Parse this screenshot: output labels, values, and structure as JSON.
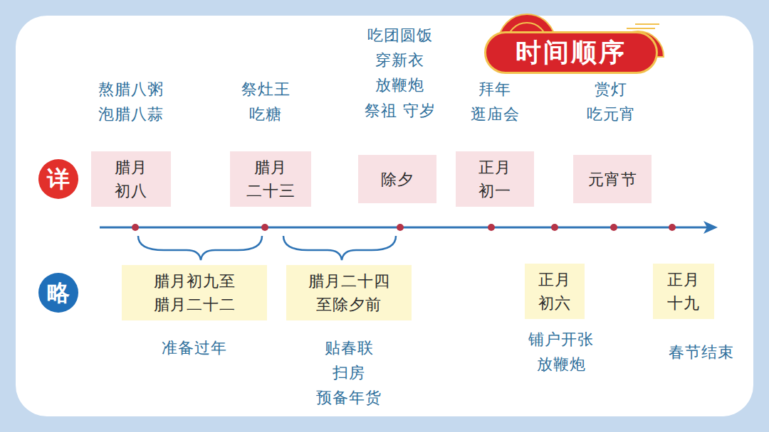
{
  "diagram": {
    "title": "时间顺序",
    "nodes": [
      {
        "text": [
          "详"
        ]
      },
      {
        "text": [
          "腊月 初八"
        ]
      },
      {
        "text": [
          "腊月 二十三"
        ]
      },
      {
        "text": [
          "除夕"
        ]
      },
      {
        "text": [
          "正月 初一"
        ]
      },
      {
        "text": [
          "元宵节"
        ]
      },
      {
        "text": [
          "略"
        ]
      },
      {
        "text": [
          "腊月初九至 腊月二十二"
        ]
      },
      {
        "text": [
          "腊月二十四 至除夕前"
        ]
      },
      {
        "text": [
          "正月 初六"
        ]
      },
      {
        "text": [
          "正月 十九"
        ]
      }
    ],
    "edges": [],
    "labels": [
      "熬腊八粥 泡腊八蒜",
      "祭灶王 吃糖",
      "吃团圆饭 穿新衣 放鞭炮 祭祖 守岁",
      "拜年 逛庙会",
      "赏灯 吃元宵",
      "准备过年",
      "贴春联 扫房 预备年货",
      "铺户开张 放鞭炮",
      "春节结束"
    ]
  }
}
